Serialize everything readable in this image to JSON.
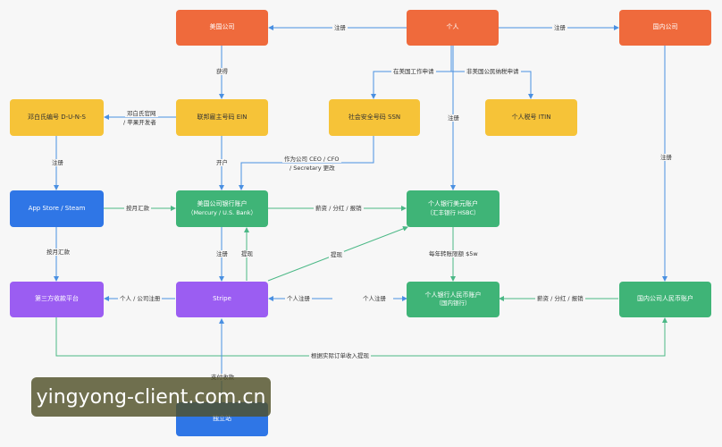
{
  "nodes": {
    "us_company": "美国公司",
    "individual": "个人",
    "cn_company": "国内公司",
    "duns": "邓白氏编号 D-U-N-S",
    "ein": "联邦雇主号码 EIN",
    "ssn": "社会安全号码 SSN",
    "itin": "个人税号 ITIN",
    "app_store": "App Store / Steam",
    "us_bank": "美国公司银行账户",
    "us_bank_sub": "（Mercury / U.S. Bank）",
    "personal_usd": "个人银行美元账户",
    "personal_usd_sub": "（汇丰银行 HSBC）",
    "third_party": "第三方收款平台",
    "stripe": "Stripe",
    "personal_rmb": "个人银行人民币账户",
    "personal_rmb_sub": "（国内银行）",
    "cn_company_acct": "国内公司人民币账户",
    "indie_site": "独立站"
  },
  "edges": {
    "register_left": "注册",
    "register_right": "注册",
    "obtain": "获得",
    "us_work_apply": "在美国工作申请",
    "non_us_tax_apply": "非美国公民纳税申请",
    "register_center": "注册",
    "dnb_site": "邓白氏官网",
    "apple_dev": "/ 苹果开发者",
    "register_duns": "注册",
    "open_account": "开户",
    "ceo_line1": "作为公司 CEO / CFO",
    "ceo_line2": "/ Secretary 更改",
    "register_cn": "注册",
    "monthly_remit": "按月汇款",
    "salary_dividend": "薪资 / 分红 / 报销",
    "monthly_remit2": "按月汇款",
    "register_stripe": "注册",
    "withdraw": "提现",
    "withdraw2": "提现",
    "transfer_limit": "每年转账限额 $5w",
    "personal_company_register": "个人 / 公司注册",
    "personal_register": "个人注册",
    "personal_register2": "个人注册",
    "salary_dividend2": "薪资 / 分红 / 报销",
    "bottom_withdraw": "根据实际订单收入提现",
    "payment_sales": "支付收款"
  },
  "watermark": "yingyong-client.com.cn",
  "colors": {
    "orange": "#ef6a3c",
    "yellow": "#f6c338",
    "blue": "#2f76e6",
    "green": "#3fb477",
    "purple": "#9b5df2",
    "arrow": "#4a90e2",
    "green_arrow": "#4bb886"
  }
}
